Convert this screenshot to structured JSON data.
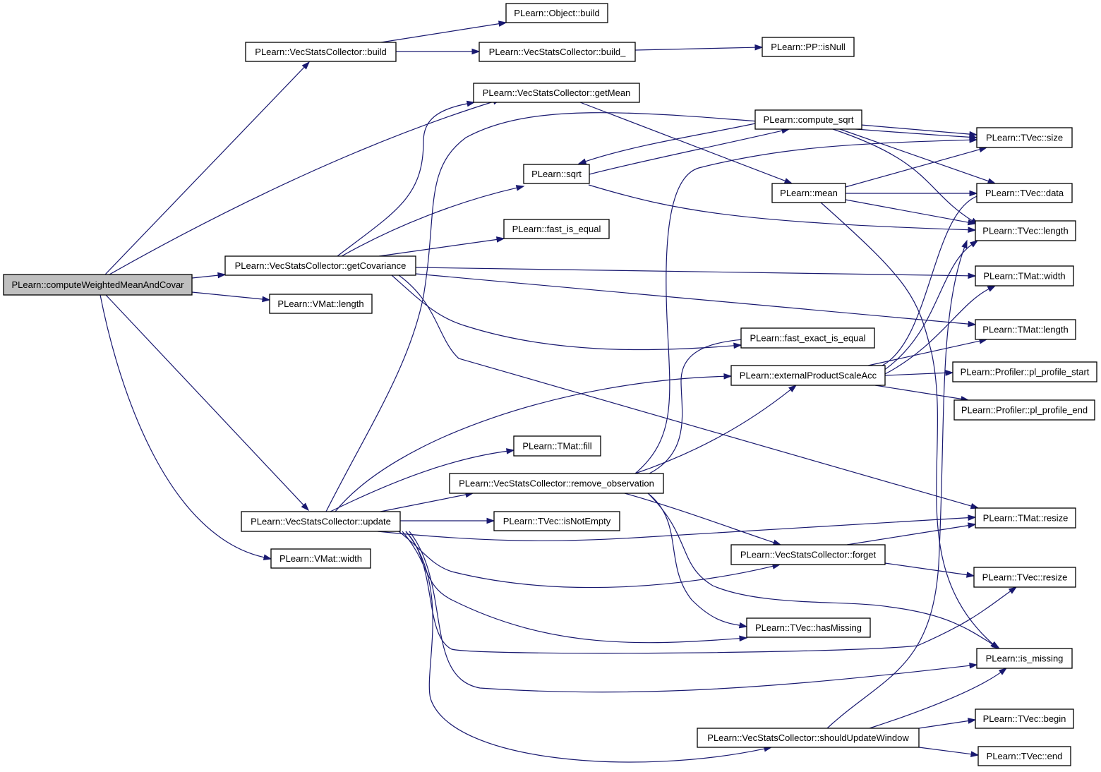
{
  "diagram": {
    "kind": "call-graph",
    "root": "computeWeightedMeanAndCovar",
    "colors": {
      "edge": "#191970",
      "node_fill": "#ffffff",
      "root_fill": "#bfbfbf",
      "node_border": "#000000"
    },
    "nodes": {
      "computeWeightedMeanAndCovar": "PLearn::computeWeightedMeanAndCovar",
      "vsc_build": "PLearn::VecStatsCollector::build",
      "object_build": "PLearn::Object::build",
      "vsc_build_": "PLearn::VecStatsCollector::build_",
      "pp_isNull": "PLearn::PP::isNull",
      "vsc_getMean": "PLearn::VecStatsCollector::getMean",
      "compute_sqrt": "PLearn::compute_sqrt",
      "tvec_size": "PLearn::TVec::size",
      "sqrt": "PLearn::sqrt",
      "mean": "PLearn::mean",
      "tvec_data": "PLearn::TVec::data",
      "fast_is_equal": "PLearn::fast_is_equal",
      "tvec_length": "PLearn::TVec::length",
      "vsc_getCovariance": "PLearn::VecStatsCollector::getCovariance",
      "tmat_width": "PLearn::TMat::width",
      "vmat_length": "PLearn::VMat::length",
      "tmat_length": "PLearn::TMat::length",
      "fast_exact_is_equal": "PLearn::fast_exact_is_equal",
      "externalProductScaleAcc": "PLearn::externalProductScaleAcc",
      "pl_profile_start": "PLearn::Profiler::pl_profile_start",
      "pl_profile_end": "PLearn::Profiler::pl_profile_end",
      "tmat_fill": "PLearn::TMat::fill",
      "vsc_remove_observation": "PLearn::VecStatsCollector::remove_observation",
      "vsc_update": "PLearn::VecStatsCollector::update",
      "tvec_isNotEmpty": "PLearn::TVec::isNotEmpty",
      "tmat_resize": "PLearn::TMat::resize",
      "vsc_forget": "PLearn::VecStatsCollector::forget",
      "vmat_width": "PLearn::VMat::width",
      "tvec_resize": "PLearn::TVec::resize",
      "tvec_hasMissing": "PLearn::TVec::hasMissing",
      "is_missing": "PLearn::is_missing",
      "tvec_begin": "PLearn::TVec::begin",
      "vsc_shouldUpdateWindow": "PLearn::VecStatsCollector::shouldUpdateWindow",
      "tvec_end": "PLearn::TVec::end"
    },
    "edges": [
      [
        "computeWeightedMeanAndCovar",
        "vsc_build"
      ],
      [
        "computeWeightedMeanAndCovar",
        "vsc_getMean"
      ],
      [
        "computeWeightedMeanAndCovar",
        "vsc_getCovariance"
      ],
      [
        "computeWeightedMeanAndCovar",
        "vmat_length"
      ],
      [
        "computeWeightedMeanAndCovar",
        "vsc_update"
      ],
      [
        "computeWeightedMeanAndCovar",
        "vmat_width"
      ],
      [
        "vsc_build",
        "object_build"
      ],
      [
        "vsc_build",
        "vsc_build_"
      ],
      [
        "vsc_build_",
        "pp_isNull"
      ],
      [
        "vsc_getMean",
        "mean"
      ],
      [
        "vsc_getCovariance",
        "vsc_getMean"
      ],
      [
        "vsc_getCovariance",
        "sqrt"
      ],
      [
        "vsc_getCovariance",
        "fast_is_equal"
      ],
      [
        "vsc_getCovariance",
        "tmat_width"
      ],
      [
        "vsc_getCovariance",
        "tmat_length"
      ],
      [
        "vsc_getCovariance",
        "fast_exact_is_equal"
      ],
      [
        "vsc_getCovariance",
        "tmat_resize"
      ],
      [
        "compute_sqrt",
        "sqrt"
      ],
      [
        "compute_sqrt",
        "tvec_size"
      ],
      [
        "compute_sqrt",
        "tvec_data"
      ],
      [
        "compute_sqrt",
        "tvec_length"
      ],
      [
        "sqrt",
        "compute_sqrt"
      ],
      [
        "sqrt",
        "tvec_length"
      ],
      [
        "mean",
        "tvec_size"
      ],
      [
        "mean",
        "tvec_data"
      ],
      [
        "mean",
        "tvec_length"
      ],
      [
        "mean",
        "is_missing"
      ],
      [
        "externalProductScaleAcc",
        "tvec_data"
      ],
      [
        "externalProductScaleAcc",
        "tvec_length"
      ],
      [
        "externalProductScaleAcc",
        "tmat_width"
      ],
      [
        "externalProductScaleAcc",
        "tmat_length"
      ],
      [
        "externalProductScaleAcc",
        "pl_profile_start"
      ],
      [
        "externalProductScaleAcc",
        "pl_profile_end"
      ],
      [
        "vsc_update",
        "tvec_size"
      ],
      [
        "vsc_update",
        "tmat_fill"
      ],
      [
        "vsc_update",
        "externalProductScaleAcc"
      ],
      [
        "vsc_update",
        "vsc_remove_observation"
      ],
      [
        "vsc_update",
        "tvec_isNotEmpty"
      ],
      [
        "vsc_update",
        "tmat_resize"
      ],
      [
        "vsc_update",
        "vsc_forget"
      ],
      [
        "vsc_update",
        "tvec_hasMissing"
      ],
      [
        "vsc_update",
        "tvec_resize"
      ],
      [
        "vsc_update",
        "is_missing"
      ],
      [
        "vsc_update",
        "vsc_shouldUpdateWindow"
      ],
      [
        "vsc_remove_observation",
        "tvec_size"
      ],
      [
        "vsc_remove_observation",
        "fast_exact_is_equal"
      ],
      [
        "vsc_remove_observation",
        "externalProductScaleAcc"
      ],
      [
        "vsc_remove_observation",
        "vsc_forget"
      ],
      [
        "vsc_remove_observation",
        "tvec_hasMissing"
      ],
      [
        "vsc_remove_observation",
        "is_missing"
      ],
      [
        "vsc_forget",
        "tmat_resize"
      ],
      [
        "vsc_forget",
        "tvec_resize"
      ],
      [
        "vsc_shouldUpdateWindow",
        "tvec_length"
      ],
      [
        "vsc_shouldUpdateWindow",
        "is_missing"
      ],
      [
        "vsc_shouldUpdateWindow",
        "tvec_begin"
      ],
      [
        "vsc_shouldUpdateWindow",
        "tvec_end"
      ]
    ]
  }
}
